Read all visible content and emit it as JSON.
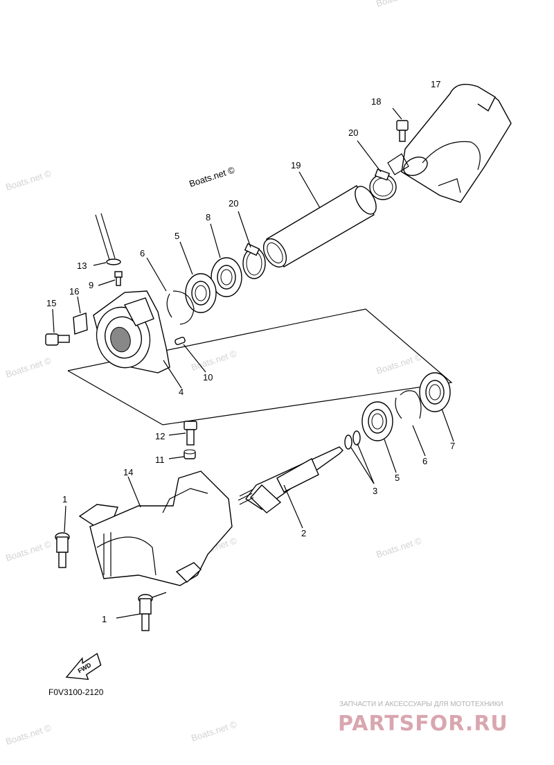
{
  "watermarks": [
    "Boats.net ©"
  ],
  "diagram_code": "F0V3100-2120",
  "fwd_label": "FWD",
  "brand": {
    "tagline": "ЗАПЧАСТИ И АКСЕССУАРЫ ДЛЯ МОТОТЕХНИКИ",
    "name": "PARTSFOR.RU"
  },
  "callouts": {
    "c1a": "1",
    "c1b": "1",
    "c2": "2",
    "c3": "3",
    "c4": "4",
    "c5a": "5",
    "c5b": "5",
    "c6a": "6",
    "c6b": "6",
    "c7": "7",
    "c8": "8",
    "c9": "9",
    "c10": "10",
    "c11": "11",
    "c12": "12",
    "c13": "13",
    "c14": "14",
    "c15": "15",
    "c16": "16",
    "c17": "17",
    "c18": "18",
    "c19": "19",
    "c20a": "20",
    "c20b": "20"
  }
}
